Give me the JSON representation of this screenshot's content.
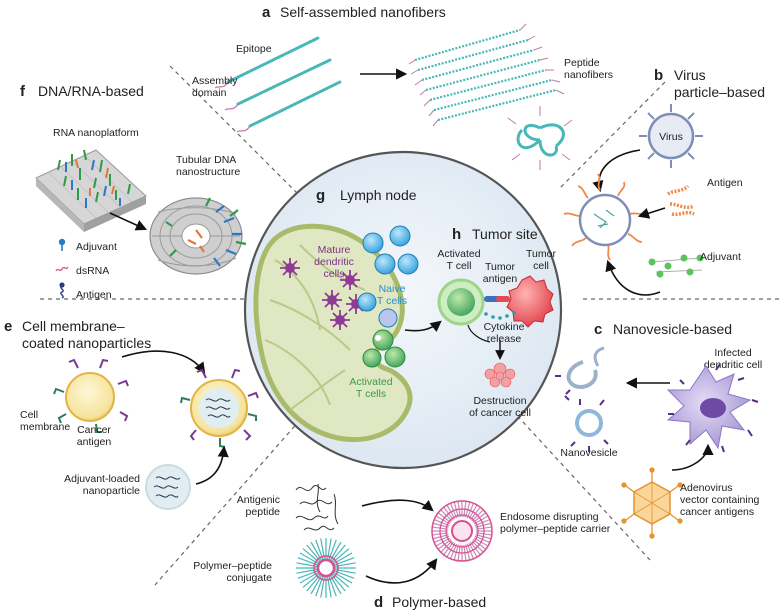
{
  "sections": {
    "a": {
      "letter": "a",
      "title": "Self-assembled nanofibers",
      "epitope": "Epitope",
      "assembly_1": "Assembly",
      "assembly_2": "domain",
      "peptide_1": "Peptide",
      "peptide_2": "nanofibers"
    },
    "b": {
      "letter": "b",
      "title_1": "Virus",
      "title_2": "particle–based",
      "virus": "Virus",
      "antigen": "Antigen",
      "adjuvant": "Adjuvant"
    },
    "c": {
      "letter": "c",
      "title": "Nanovesicle-based",
      "infected_1": "Infected",
      "infected_2": "dendritic cell",
      "nanovesicle": "Nanovesicle",
      "adeno_1": "Adenovirus",
      "adeno_2": "vector containing",
      "adeno_3": "cancer antigens"
    },
    "d": {
      "letter": "d",
      "title": "Polymer-based",
      "antigenic_1": "Antigenic",
      "antigenic_2": "peptide",
      "conj_1": "Polymer–peptide",
      "conj_2": "conjugate",
      "endo_1": "Endosome disrupting",
      "endo_2": "polymer–peptide carrier"
    },
    "e": {
      "letter": "e",
      "title_1": "Cell membrane–",
      "title_2": "coated nanoparticles",
      "cell_1": "Cell",
      "cell_2": "membrane",
      "cancer_1": "Cancer",
      "cancer_2": "antigen",
      "adjl_1": "Adjuvant-loaded",
      "adjl_2": "nanoparticle"
    },
    "f": {
      "letter": "f",
      "title": "DNA/RNA-based",
      "rna": "RNA nanoplatform",
      "dna_1": "Tubular DNA",
      "dna_2": "nanostructure",
      "leg_adjuvant": "Adjuvant",
      "leg_dsrna": "dsRNA",
      "leg_antigen": "Antigen"
    },
    "g": {
      "letter": "g",
      "title": "Lymph node",
      "mature_1": "Mature",
      "mature_2": "dendritic",
      "mature_3": "cells",
      "naive_1": "Naive",
      "naive_2": "T cells",
      "activated_1": "Activated",
      "activated_2": "T cells"
    },
    "h": {
      "letter": "h",
      "title": "Tumor site",
      "act_1": "Activated",
      "act_2": "T cell",
      "tantigen_1": "Tumor",
      "tantigen_2": "antigen",
      "tcell_1": "Tumor",
      "tcell_2": "cell",
      "cyto_1": "Cytokine",
      "cyto_2": "release",
      "destr_1": "Destruction",
      "destr_2": "of cancer cell"
    }
  },
  "colors": {
    "divider": "#666666",
    "center_fill": "#e6eef6",
    "center_stroke": "#555555",
    "lymph_fill": "#dfe8c2",
    "lymph_stroke": "#a9bb6a",
    "naive_blue": "#36a8e0",
    "activated_green": "#4ab45a",
    "tumor_red": "#e84850",
    "dendritic_purple": "#8f3b96",
    "fiber_teal": "#48b7b7",
    "virus_blue": "#7d8fb8",
    "antigen_orange": "#f08a45",
    "vesicle_lilac": "#a99ad6",
    "adeno_orange": "#f3a64a",
    "polymer_pink": "#d94f8f"
  }
}
